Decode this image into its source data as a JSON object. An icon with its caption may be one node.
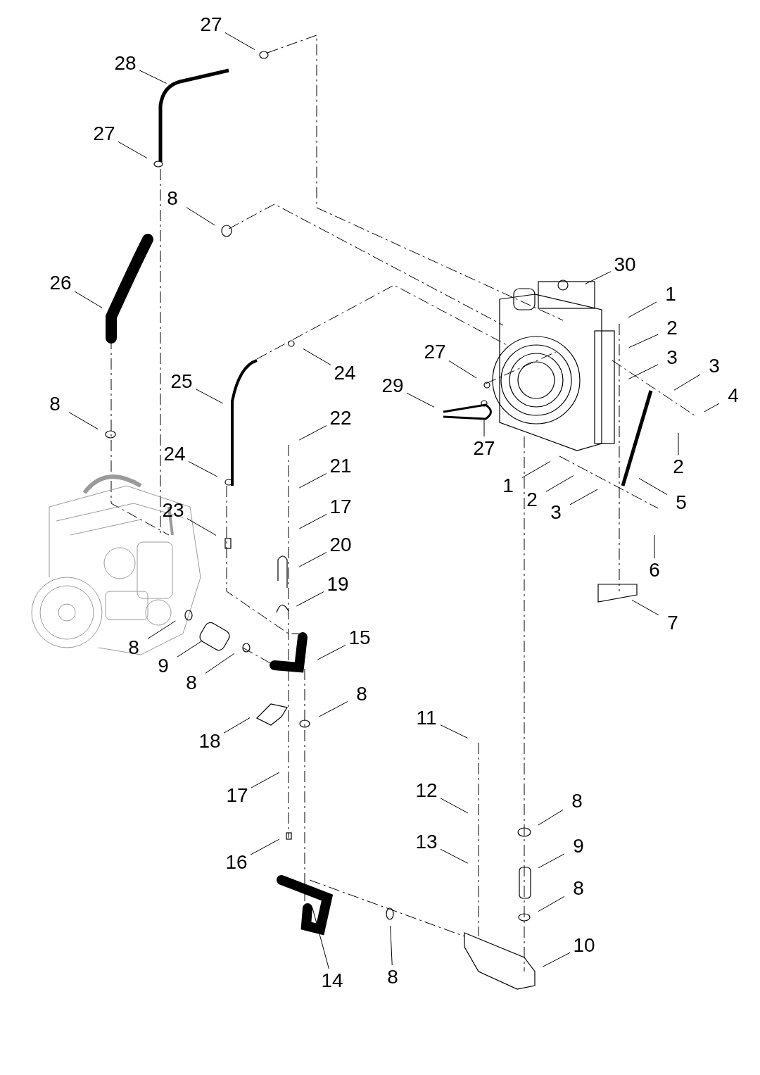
{
  "diagram": {
    "nodes": [
      {
        "text": [
          "27"
        ]
      },
      {
        "text": [
          "28"
        ]
      },
      {
        "text": [
          "27"
        ]
      },
      {
        "text": [
          "8"
        ]
      },
      {
        "text": [
          "26"
        ]
      },
      {
        "text": [
          "8"
        ]
      },
      {
        "text": [
          "25"
        ]
      },
      {
        "text": [
          "24"
        ]
      },
      {
        "text": [
          "24"
        ]
      },
      {
        "text": [
          "23"
        ]
      },
      {
        "text": [
          "22"
        ]
      },
      {
        "text": [
          "21"
        ]
      },
      {
        "text": [
          "17"
        ]
      },
      {
        "text": [
          "20"
        ]
      },
      {
        "text": [
          "19"
        ]
      },
      {
        "text": [
          "15"
        ]
      },
      {
        "text": [
          "8"
        ]
      },
      {
        "text": [
          "9"
        ]
      },
      {
        "text": [
          "8"
        ]
      },
      {
        "text": [
          "8"
        ]
      },
      {
        "text": [
          "18"
        ]
      },
      {
        "text": [
          "17"
        ]
      },
      {
        "text": [
          "16"
        ]
      },
      {
        "text": [
          "14"
        ]
      },
      {
        "text": [
          "8"
        ]
      },
      {
        "text": [
          "11"
        ]
      },
      {
        "text": [
          "12"
        ]
      },
      {
        "text": [
          "13"
        ]
      },
      {
        "text": [
          "8"
        ]
      },
      {
        "text": [
          "9"
        ]
      },
      {
        "text": [
          "8"
        ]
      },
      {
        "text": [
          "10"
        ]
      },
      {
        "text": [
          "30"
        ]
      },
      {
        "text": [
          "1"
        ]
      },
      {
        "text": [
          "2"
        ]
      },
      {
        "text": [
          "3"
        ]
      },
      {
        "text": [
          "3"
        ]
      },
      {
        "text": [
          "4"
        ]
      },
      {
        "text": [
          "2"
        ]
      },
      {
        "text": [
          "27"
        ]
      },
      {
        "text": [
          "29"
        ]
      },
      {
        "text": [
          "27"
        ]
      },
      {
        "text": [
          "1"
        ]
      },
      {
        "text": [
          "2"
        ]
      },
      {
        "text": [
          "3"
        ]
      },
      {
        "text": [
          "5"
        ]
      },
      {
        "text": [
          "6"
        ]
      },
      {
        "text": [
          "7"
        ]
      }
    ],
    "edges": [
      {
        "from": 0,
        "to": null,
        "arrow": "none"
      },
      {
        "from": 1,
        "to": null,
        "arrow": "none"
      },
      {
        "from": 2,
        "to": null,
        "arrow": "none"
      },
      {
        "from": 3,
        "to": null,
        "arrow": "none"
      },
      {
        "from": 4,
        "to": null,
        "arrow": "none"
      },
      {
        "from": 5,
        "to": null,
        "arrow": "none"
      },
      {
        "from": 6,
        "to": null,
        "arrow": "none"
      },
      {
        "from": 7,
        "to": null,
        "arrow": "none"
      },
      {
        "from": 8,
        "to": null,
        "arrow": "none"
      },
      {
        "from": 9,
        "to": null,
        "arrow": "none"
      },
      {
        "from": 10,
        "to": null,
        "arrow": "none"
      },
      {
        "from": 11,
        "to": null,
        "arrow": "none"
      },
      {
        "from": 12,
        "to": null,
        "arrow": "none"
      },
      {
        "from": 13,
        "to": null,
        "arrow": "none"
      },
      {
        "from": 14,
        "to": null,
        "arrow": "none"
      },
      {
        "from": 15,
        "to": null,
        "arrow": "none"
      },
      {
        "from": 16,
        "to": null,
        "arrow": "none"
      },
      {
        "from": 17,
        "to": null,
        "arrow": "none"
      },
      {
        "from": 18,
        "to": null,
        "arrow": "none"
      },
      {
        "from": 19,
        "to": null,
        "arrow": "none"
      },
      {
        "from": 20,
        "to": null,
        "arrow": "none"
      },
      {
        "from": 21,
        "to": null,
        "arrow": "none"
      },
      {
        "from": 22,
        "to": null,
        "arrow": "none"
      },
      {
        "from": 23,
        "to": null,
        "arrow": "none"
      },
      {
        "from": 24,
        "to": null,
        "arrow": "none"
      },
      {
        "from": 25,
        "to": null,
        "arrow": "none"
      },
      {
        "from": 26,
        "to": null,
        "arrow": "none"
      },
      {
        "from": 27,
        "to": null,
        "arrow": "none"
      },
      {
        "from": 28,
        "to": null,
        "arrow": "none"
      },
      {
        "from": 29,
        "to": null,
        "arrow": "none"
      },
      {
        "from": 30,
        "to": null,
        "arrow": "none"
      },
      {
        "from": 31,
        "to": null,
        "arrow": "none"
      },
      {
        "from": 32,
        "to": null,
        "arrow": "none"
      },
      {
        "from": 33,
        "to": null,
        "arrow": "none"
      },
      {
        "from": 34,
        "to": null,
        "arrow": "none"
      },
      {
        "from": 35,
        "to": null,
        "arrow": "none"
      },
      {
        "from": 36,
        "to": null,
        "arrow": "none"
      },
      {
        "from": 37,
        "to": null,
        "arrow": "none"
      },
      {
        "from": 38,
        "to": null,
        "arrow": "none"
      },
      {
        "from": 39,
        "to": null,
        "arrow": "none"
      },
      {
        "from": 40,
        "to": null,
        "arrow": "none"
      },
      {
        "from": 41,
        "to": null,
        "arrow": "none"
      },
      {
        "from": 42,
        "to": null,
        "arrow": "none"
      },
      {
        "from": 43,
        "to": null,
        "arrow": "none"
      },
      {
        "from": 44,
        "to": null,
        "arrow": "none"
      },
      {
        "from": 45,
        "to": null,
        "arrow": "none"
      },
      {
        "from": 46,
        "to": null,
        "arrow": "none"
      },
      {
        "from": 47,
        "to": null,
        "arrow": "none"
      }
    ]
  }
}
